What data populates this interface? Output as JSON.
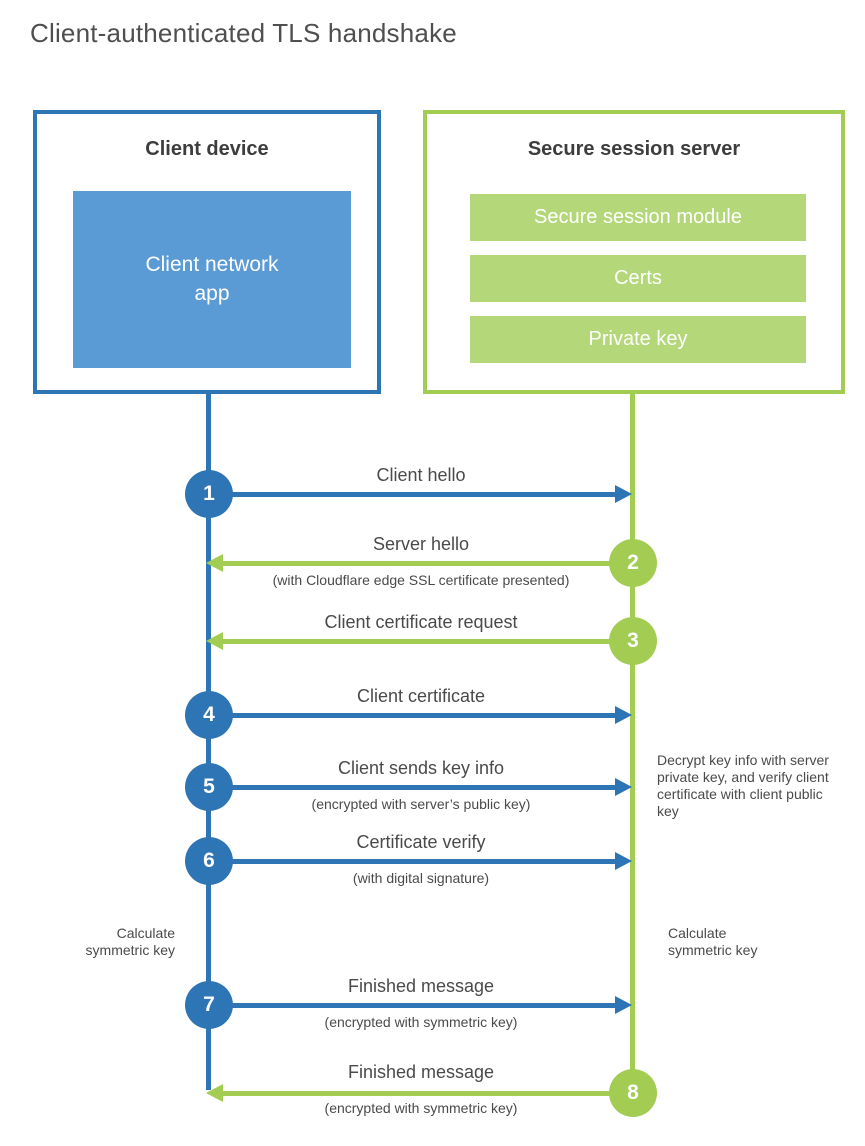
{
  "title": "Client-authenticated TLS handshake",
  "colors": {
    "blue_line": "#2e75b6",
    "blue_fill": "#5b9bd5",
    "green_line": "#a2cc52",
    "green_fill": "#b4d77a",
    "text_dark": "#3d3d3d",
    "text_body": "#4a4a4a"
  },
  "client_box": {
    "title": "Client device",
    "app_label": "Client network app"
  },
  "server_box": {
    "title": "Secure session server",
    "modules": [
      "Secure session module",
      "Certs",
      "Private key"
    ]
  },
  "steps": [
    {
      "number": "1",
      "label": "Client hello",
      "sublabel": "",
      "direction": "right",
      "color": "blue"
    },
    {
      "number": "2",
      "label": "Server hello",
      "sublabel": "(with Cloudflare edge SSL certificate presented)",
      "direction": "left",
      "color": "green"
    },
    {
      "number": "3",
      "label": "Client certificate request",
      "sublabel": "",
      "direction": "left",
      "color": "green"
    },
    {
      "number": "4",
      "label": "Client certificate",
      "sublabel": "",
      "direction": "right",
      "color": "blue"
    },
    {
      "number": "5",
      "label": "Client sends key info",
      "sublabel": "(encrypted with server’s public key)",
      "direction": "right",
      "color": "blue"
    },
    {
      "number": "6",
      "label": "Certificate verify",
      "sublabel": "(with digital signature)",
      "direction": "right",
      "color": "blue"
    },
    {
      "number": "7",
      "label": "Finished message",
      "sublabel": "(encrypted with symmetric key)",
      "direction": "right",
      "color": "blue"
    },
    {
      "number": "8",
      "label": "Finished message",
      "sublabel": "(encrypted with symmetric key)",
      "direction": "left",
      "color": "green"
    }
  ],
  "annotations": {
    "decrypt_note": "Decrypt key info with server private key, and verify client certificate with client public key",
    "calc_left": "Calculate symmetric key",
    "calc_right": "Calculate symmetric key"
  }
}
